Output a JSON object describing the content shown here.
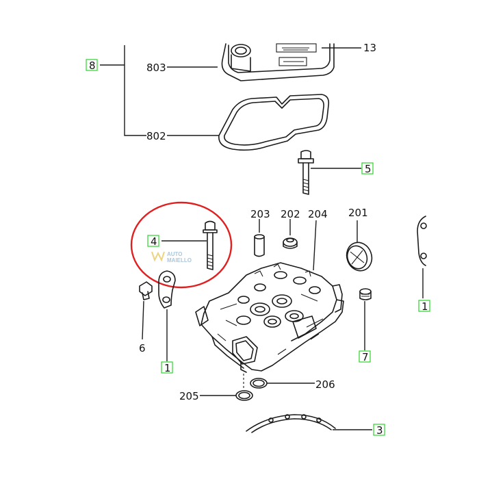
{
  "callouts": {
    "c13": "13",
    "c8": "8",
    "c803": "803",
    "c802": "802",
    "c5": "5",
    "c203": "203",
    "c202": "202",
    "c204": "204",
    "c201": "201",
    "c4": "4",
    "c6": "6",
    "c1": "1",
    "c7": "7",
    "c205": "205",
    "c206": "206",
    "c3": "3",
    "c1_right": "1"
  },
  "watermark": {
    "line1": "AUTO",
    "line2": "MAIELLO"
  },
  "colors": {
    "highlight_circle": "#e02020",
    "label_box": "#2bd62b",
    "line_art": "#1a1a1a"
  }
}
